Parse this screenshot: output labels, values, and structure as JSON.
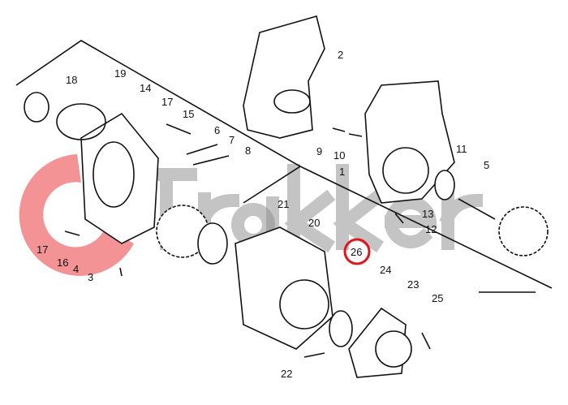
{
  "diagram": {
    "watermark": {
      "brand": "Trakker",
      "color": "#e8272d"
    },
    "highlight": {
      "part": "26",
      "color": "#e0141c"
    },
    "parts": [
      {
        "id": "p1",
        "number": "1"
      },
      {
        "id": "p2",
        "number": "2"
      },
      {
        "id": "p3",
        "number": "3"
      },
      {
        "id": "p4",
        "number": "4"
      },
      {
        "id": "p5",
        "number": "5"
      },
      {
        "id": "p6",
        "number": "6"
      },
      {
        "id": "p7",
        "number": "7"
      },
      {
        "id": "p8",
        "number": "8"
      },
      {
        "id": "p9",
        "number": "9"
      },
      {
        "id": "p10",
        "number": "10"
      },
      {
        "id": "p11",
        "number": "11"
      },
      {
        "id": "p12",
        "number": "12"
      },
      {
        "id": "p13",
        "number": "13"
      },
      {
        "id": "p14",
        "number": "14"
      },
      {
        "id": "p15",
        "number": "15"
      },
      {
        "id": "p16",
        "number": "16"
      },
      {
        "id": "p17a",
        "number": "17"
      },
      {
        "id": "p17b",
        "number": "17"
      },
      {
        "id": "p18",
        "number": "18"
      },
      {
        "id": "p19",
        "number": "19"
      },
      {
        "id": "p20",
        "number": "20"
      },
      {
        "id": "p21",
        "number": "21"
      },
      {
        "id": "p22",
        "number": "22"
      },
      {
        "id": "p23",
        "number": "23"
      },
      {
        "id": "p24",
        "number": "24"
      },
      {
        "id": "p25",
        "number": "25"
      },
      {
        "id": "p26",
        "number": "26"
      }
    ]
  }
}
